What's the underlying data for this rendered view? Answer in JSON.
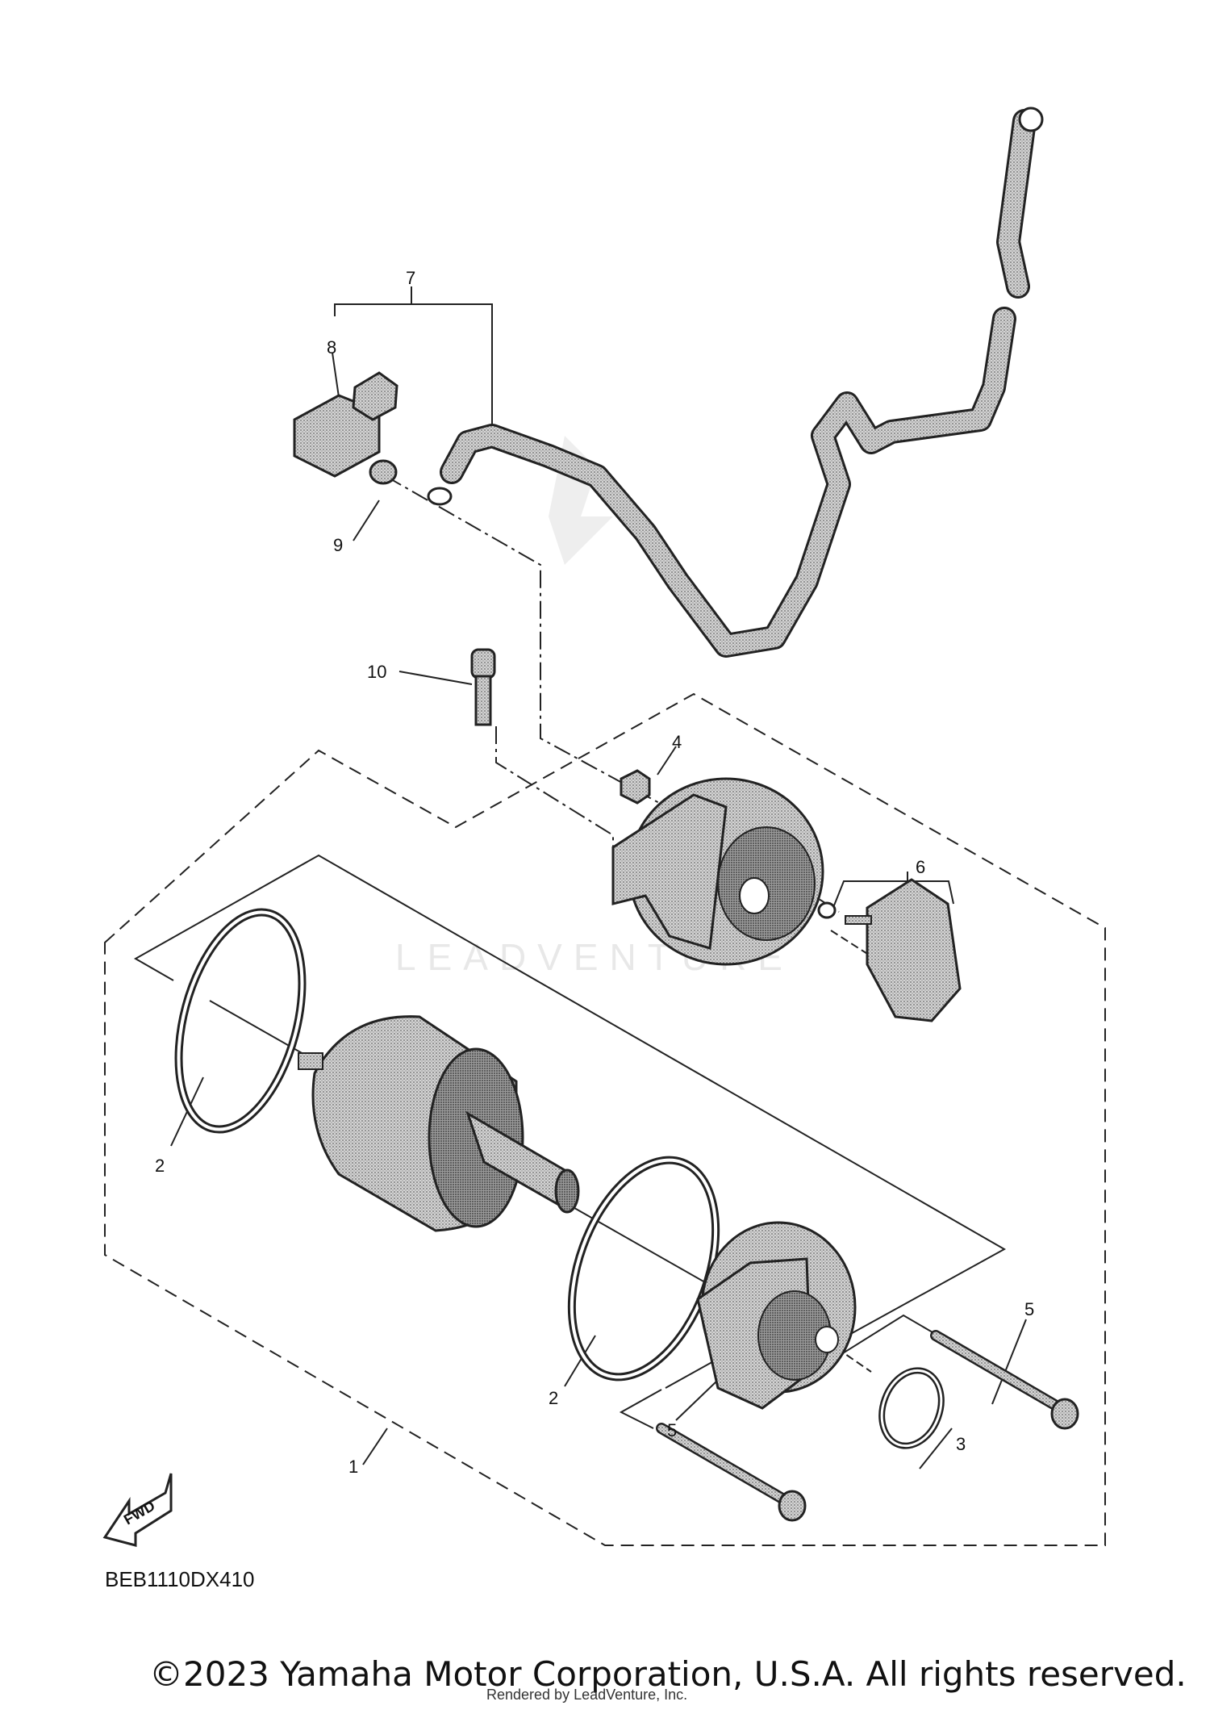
{
  "diagram": {
    "code": "BEB1110DX410",
    "direction_marker": "FWD",
    "watermark": "LEADVENTURE",
    "callouts": [
      {
        "id": "c1",
        "text": "1"
      },
      {
        "id": "c2a",
        "text": "2"
      },
      {
        "id": "c2b",
        "text": "2"
      },
      {
        "id": "c3",
        "text": "3"
      },
      {
        "id": "c4",
        "text": "4"
      },
      {
        "id": "c5a",
        "text": "5"
      },
      {
        "id": "c5b",
        "text": "5"
      },
      {
        "id": "c6",
        "text": "6"
      },
      {
        "id": "c7",
        "text": "7"
      },
      {
        "id": "c8",
        "text": "8"
      },
      {
        "id": "c9",
        "text": "9"
      },
      {
        "id": "c10",
        "text": "10"
      }
    ]
  },
  "footer": {
    "copyright": "©2023 Yamaha Motor Corporation, U.S.A. All rights reserved.",
    "rendered_by": "Rendered by LeadVenture, Inc."
  }
}
